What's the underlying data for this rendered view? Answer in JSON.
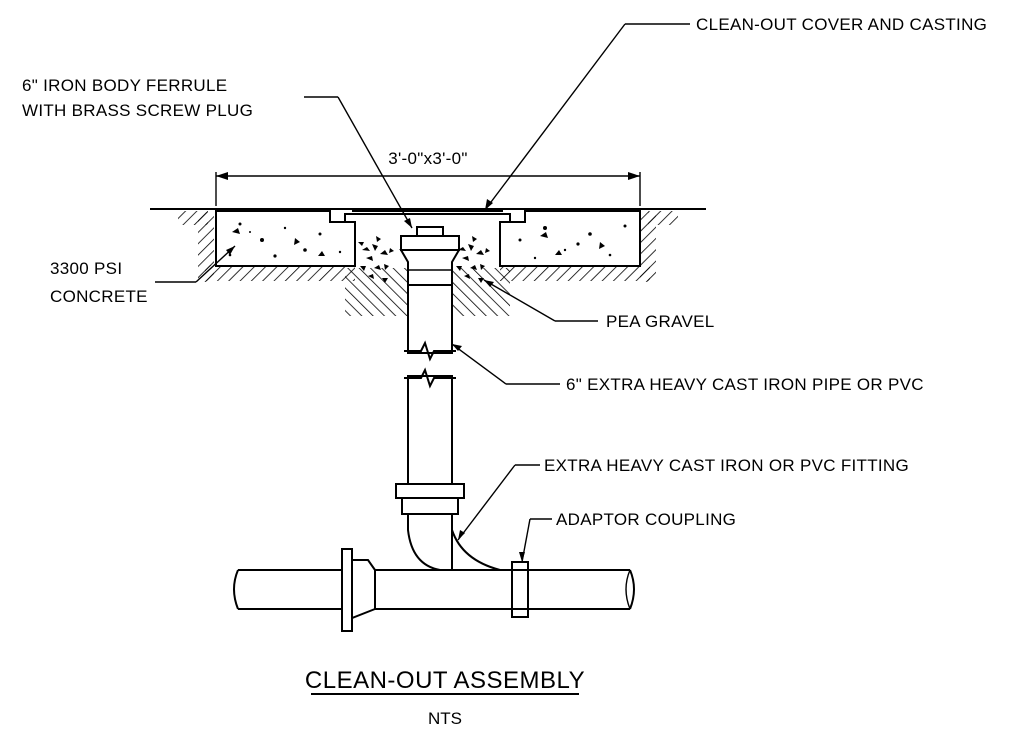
{
  "labels": {
    "cleanout_cover": "CLEAN-OUT COVER AND CASTING",
    "ferrule_line1": "6\" IRON BODY FERRULE",
    "ferrule_line2": "WITH BRASS SCREW PLUG",
    "dimension": "3'-0\"x3'-0\"",
    "concrete_line1": "3300 PSI",
    "concrete_line2": "CONCRETE",
    "pea_gravel": "PEA GRAVEL",
    "pipe": "6\" EXTRA HEAVY CAST IRON PIPE OR PVC",
    "fitting": "EXTRA HEAVY CAST IRON OR PVC FITTING",
    "coupling": "ADAPTOR COUPLING"
  },
  "title": {
    "main": "CLEAN-OUT ASSEMBLY",
    "scale": "NTS"
  }
}
